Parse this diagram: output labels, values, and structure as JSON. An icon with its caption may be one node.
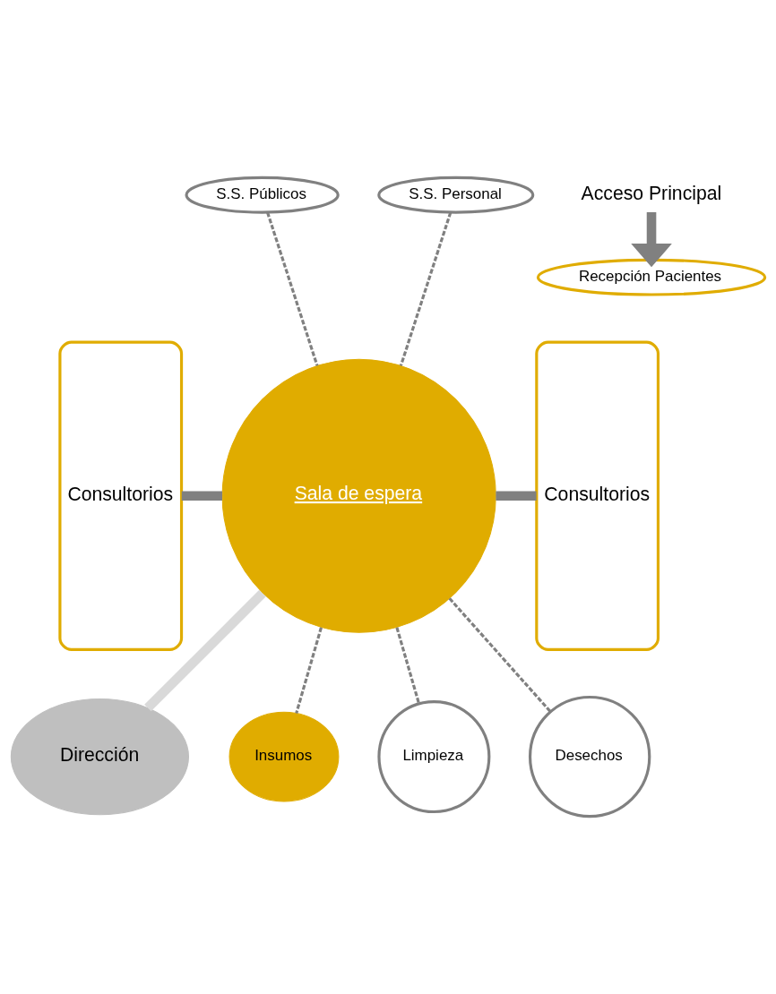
{
  "diagram": {
    "nodes": [
      {
        "text": [
          "S.S. Públicos"
        ]
      },
      {
        "text": [
          "Acceso Principal"
        ]
      },
      {
        "text": [
          "S.S. Personal"
        ]
      },
      {
        "text": [
          "Recepción Pacientes"
        ]
      },
      {
        "text": [
          "Consultorios"
        ]
      },
      {
        "text": [
          "Sala de espera"
        ]
      },
      {
        "text": [
          "Consultorios"
        ]
      },
      {
        "text": [
          "Dirección"
        ]
      },
      {
        "text": [
          "Insumos"
        ]
      },
      {
        "text": [
          "Limpieza"
        ]
      },
      {
        "text": [
          "Desechos"
        ]
      }
    ],
    "edges": [
      {
        "from": 1,
        "to": 3,
        "arrow": "to",
        "style": "thick"
      },
      {
        "from": 0,
        "to": 5,
        "arrow": "none",
        "style": "dashed"
      },
      {
        "from": 2,
        "to": 5,
        "arrow": "none",
        "style": "dashed"
      },
      {
        "from": 4,
        "to": 5,
        "arrow": "none",
        "style": "thick"
      },
      {
        "from": 5,
        "to": 6,
        "arrow": "none",
        "style": "thick"
      },
      {
        "from": 5,
        "to": 7,
        "arrow": "none",
        "style": "thick",
        "color": "#d9d9d9"
      },
      {
        "from": 5,
        "to": 8,
        "arrow": "none",
        "style": "dashed"
      },
      {
        "from": 5,
        "to": 9,
        "arrow": "none",
        "style": "dashed"
      },
      {
        "from": 5,
        "to": 10,
        "arrow": "none",
        "style": "dashed"
      }
    ]
  }
}
